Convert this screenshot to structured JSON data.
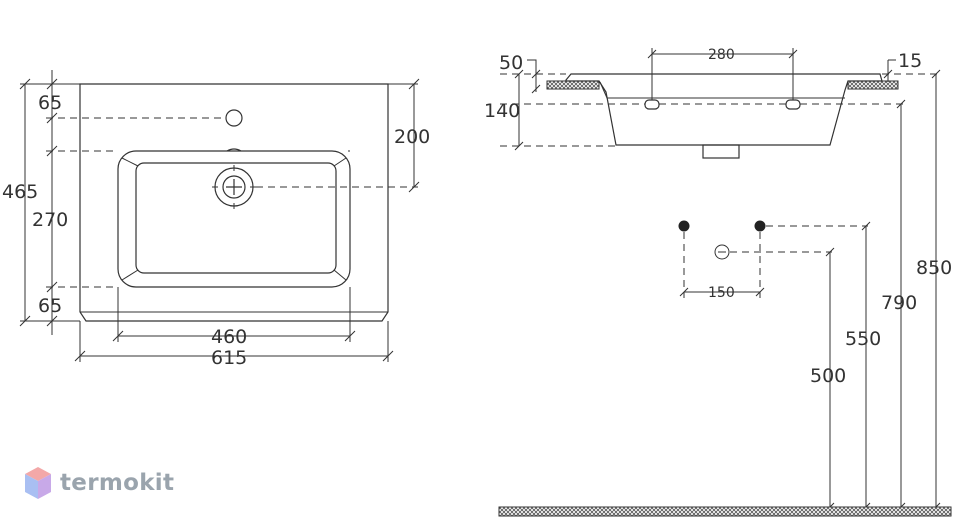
{
  "brand": {
    "name": "termokit",
    "colors": {
      "top": "#f3a8a8",
      "left": "#a9bff2",
      "right": "#c8a9e8",
      "text": "#9aa4ad"
    }
  },
  "top_view": {
    "dims": {
      "offset_top": "65",
      "depth_total": "465",
      "bowl_depth": "270",
      "offset_bottom": "65",
      "tap_to_drain": "200",
      "bowl_width": "460",
      "overall_width": "615"
    }
  },
  "side_view": {
    "dims": {
      "tap_spacing": "280",
      "rim_thickness": "50",
      "rim_overhang": "15",
      "bowl_height": "140"
    }
  },
  "installation": {
    "dims": {
      "pipe_spacing": "150",
      "height_850": "850",
      "height_790": "790",
      "height_550": "550",
      "height_500": "500"
    }
  }
}
